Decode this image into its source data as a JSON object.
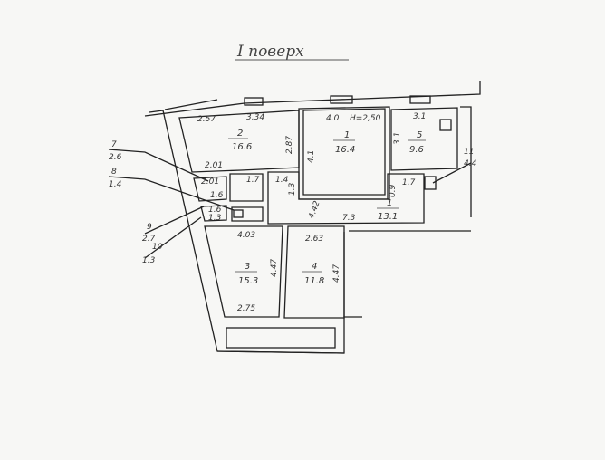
{
  "title": "I поверх",
  "ceiling_height": "H=2,50",
  "rooms": [
    {
      "number": "2",
      "area": "16.6"
    },
    {
      "number": "1",
      "area": "16.4"
    },
    {
      "number": "5",
      "area": "9.6"
    },
    {
      "number": "1",
      "area": "13.1"
    },
    {
      "number": "3",
      "area": "15.3"
    },
    {
      "number": "4",
      "area": "11.8"
    }
  ],
  "callouts": [
    {
      "number": "7",
      "area": "2.6"
    },
    {
      "number": "8",
      "area": "1.4"
    },
    {
      "number": "9",
      "area": "2.7"
    },
    {
      "number": "10",
      "area": "1.3"
    },
    {
      "number": "11",
      "area": "4.4"
    }
  ],
  "dimensions": [
    "2.57",
    "3.34",
    "4.0",
    "3.1",
    "2.87",
    "4.1",
    "3.1",
    "2.01",
    "2.01",
    "1.6",
    "1.7",
    "1.4",
    "1.3",
    "1.7",
    "0.9",
    "4.42",
    "7.3",
    "1.6",
    "1.3",
    "4.03",
    "2.63",
    "4.47",
    "4.47",
    "2.75"
  ]
}
